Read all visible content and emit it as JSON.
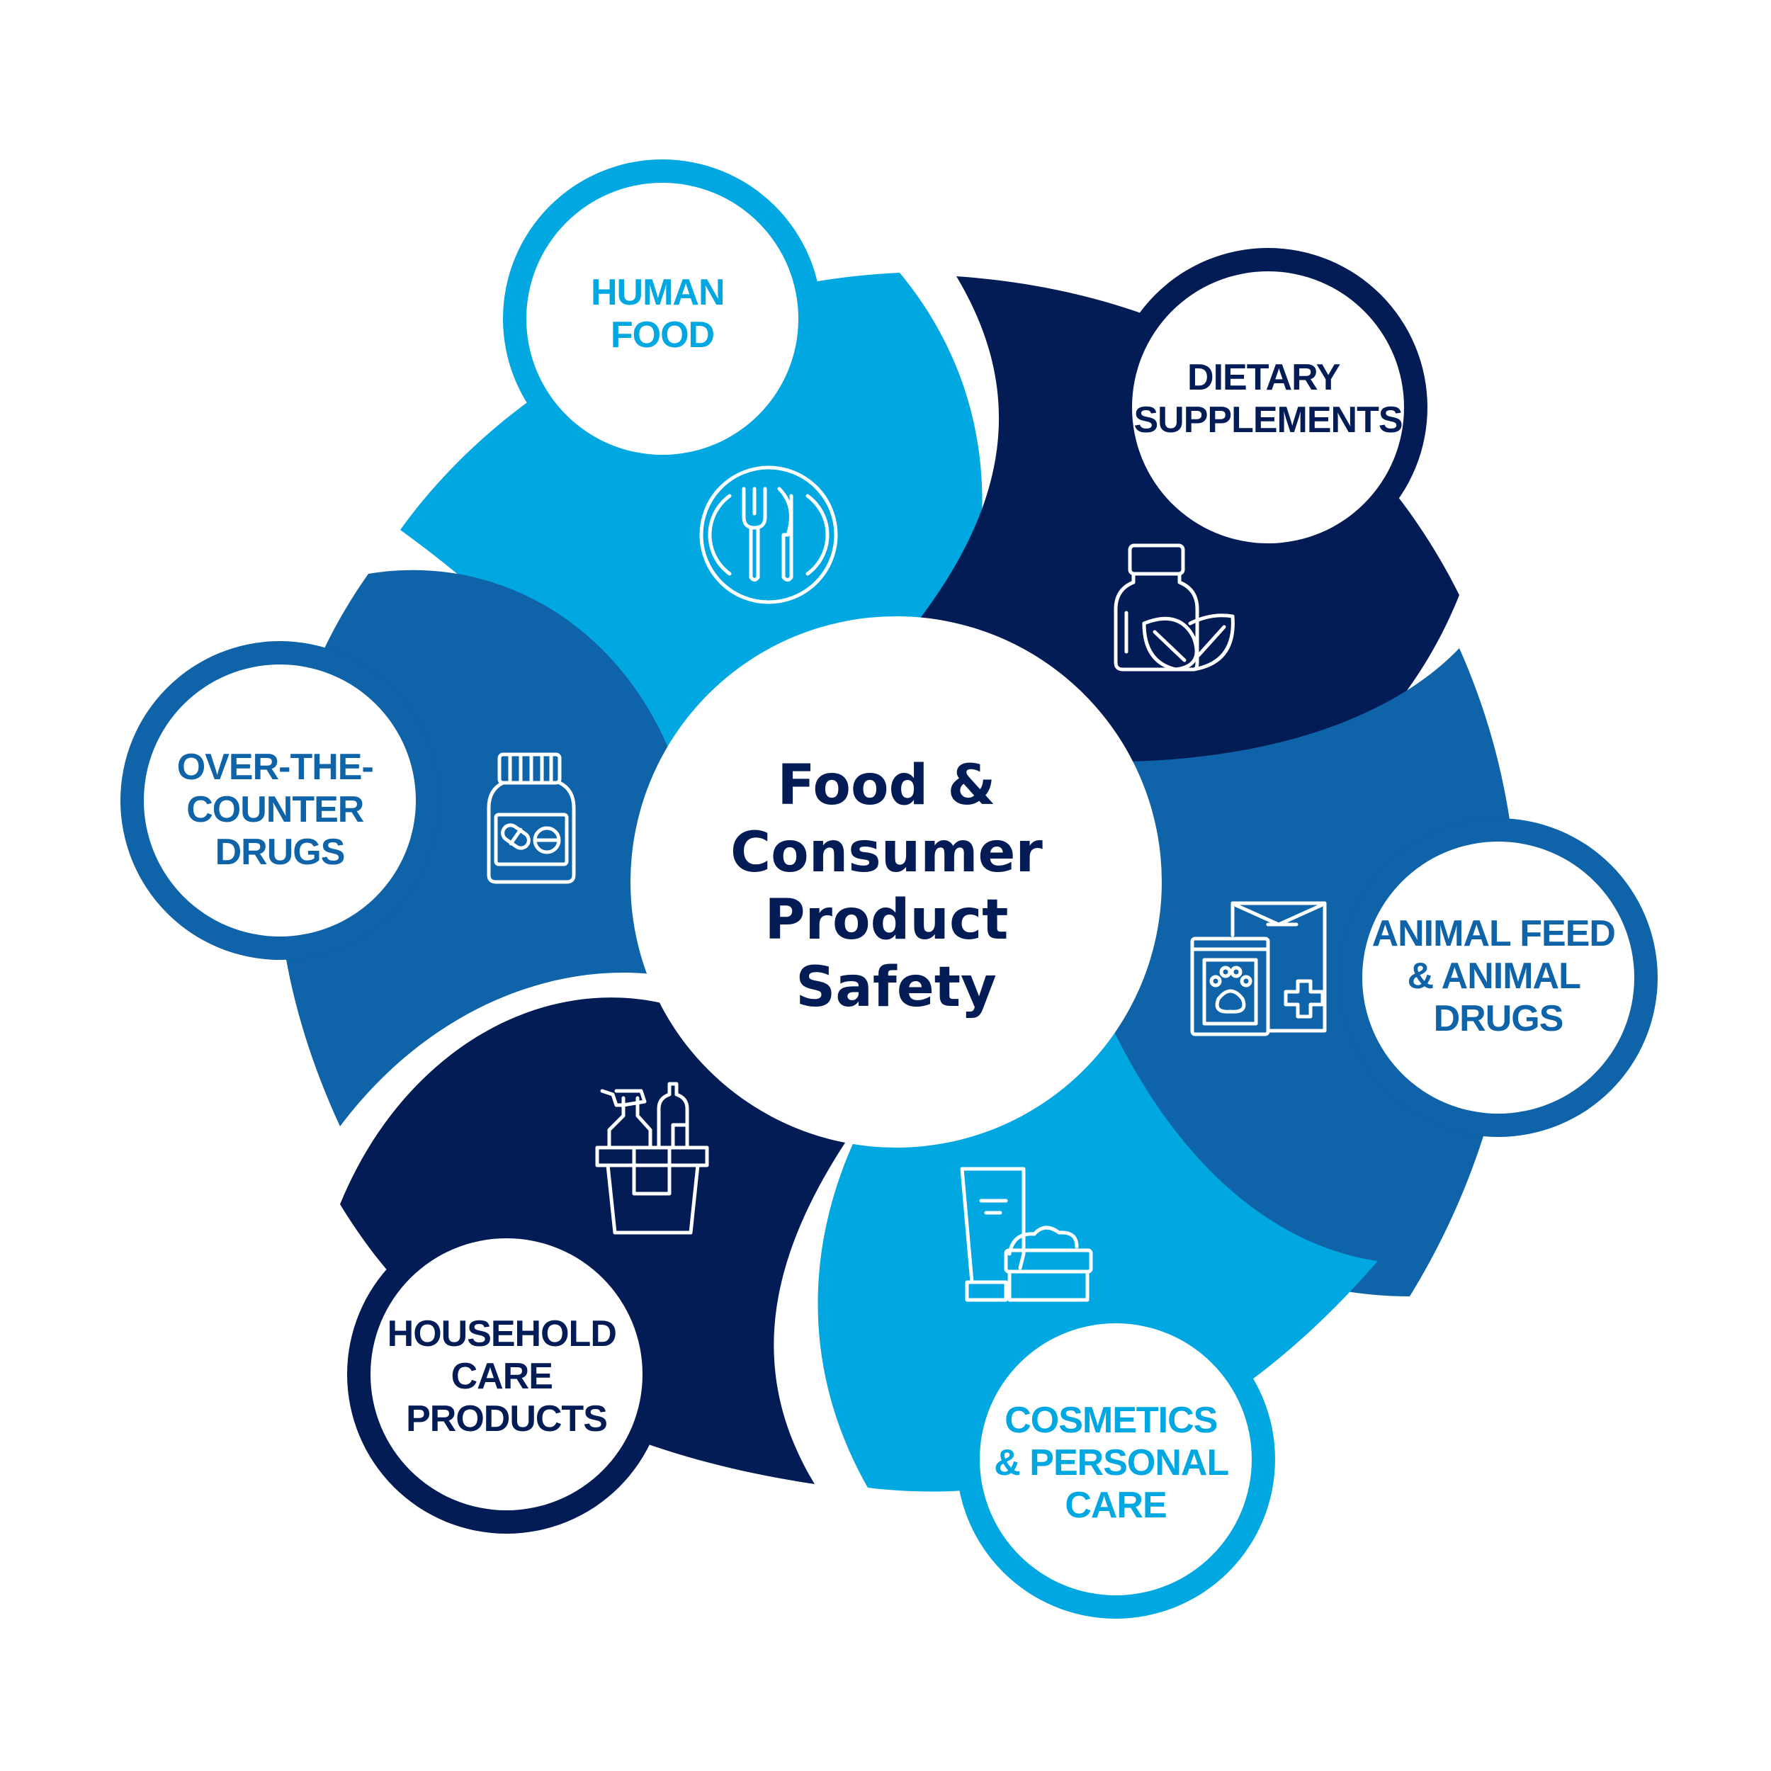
{
  "colors": {
    "light_blue": "#00a7e1",
    "medium_blue": "#0f63a8",
    "navy": "#031c56",
    "white": "#ffffff"
  },
  "center": {
    "title_lines": [
      "Food &",
      "Consumer",
      "Product",
      "Safety"
    ]
  },
  "segments": [
    {
      "id": "human-food",
      "lines": [
        "HUMAN",
        "FOOD"
      ],
      "color": "#00a7e1",
      "icon": "plate-fork-knife-icon"
    },
    {
      "id": "dietary-supplements",
      "lines": [
        "DIETARY",
        "SUPPLEMENTS"
      ],
      "color": "#031c56",
      "icon": "supplement-bottle-leaf-icon"
    },
    {
      "id": "animal-feed",
      "lines": [
        "ANIMAL FEED",
        "& ANIMAL",
        "DRUGS"
      ],
      "color": "#0f63a8",
      "icon": "pet-food-bag-icon"
    },
    {
      "id": "cosmetics",
      "lines": [
        "COSMETICS",
        "& PERSONAL",
        "CARE"
      ],
      "color": "#00a7e1",
      "icon": "cosmetic-tube-jar-icon"
    },
    {
      "id": "household-care",
      "lines": [
        "HOUSEHOLD",
        "CARE",
        "PRODUCTS"
      ],
      "color": "#031c56",
      "icon": "cleaning-bucket-icon"
    },
    {
      "id": "otc-drugs",
      "lines": [
        "OVER-THE-",
        "COUNTER",
        "DRUGS"
      ],
      "color": "#0f63a8",
      "icon": "pill-bottle-icon"
    }
  ]
}
